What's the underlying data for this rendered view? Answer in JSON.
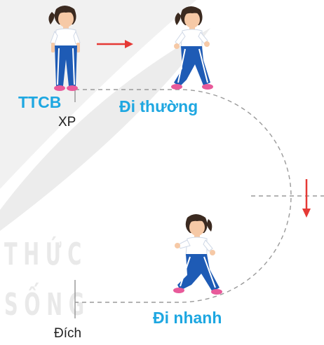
{
  "labels": {
    "ready_stance": "TTCB",
    "start_point": "XP",
    "walk_normal": "Đi thường",
    "walk_fast": "Đi nhanh",
    "finish": "Đích"
  },
  "watermark": {
    "line1": "THỨC",
    "line2": "SỐNG"
  },
  "colors": {
    "label_blue": "#1ea7e1",
    "arrow_red": "#e53935",
    "path_dash": "#9a9a9a",
    "pants_blue": "#1e5bb5",
    "skin": "#f6c9a6",
    "hair": "#3b2a20",
    "shoe_pink": "#e85a9a"
  }
}
